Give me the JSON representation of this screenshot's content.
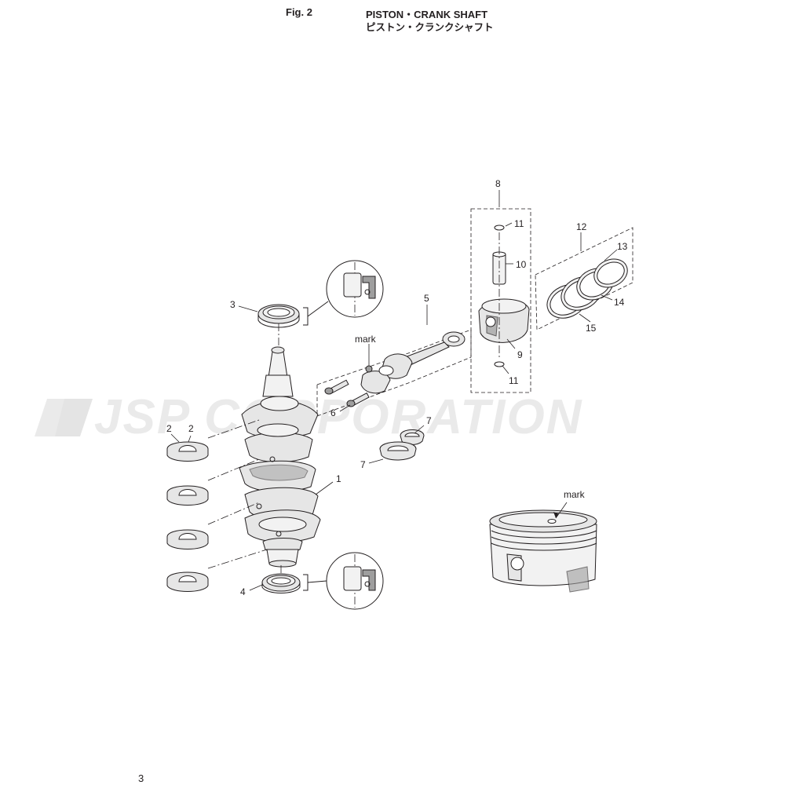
{
  "header": {
    "fig_label": "Fig. 2",
    "title_en": "PISTON・CRANK SHAFT",
    "title_jp": "ピストン・クランクシャフト"
  },
  "watermark": {
    "text": "JSP CORPORATION",
    "color": "#d9d9d9"
  },
  "callouts": [
    "1",
    "2",
    "2",
    "3",
    "4",
    "5",
    "6",
    "7",
    "7",
    "8",
    "9",
    "10",
    "11",
    "11",
    "12",
    "13",
    "14",
    "15"
  ],
  "mark_labels": [
    "mark",
    "mark"
  ],
  "page_number": "3",
  "colors": {
    "line": "#231f20",
    "part_fill": "#e6e6e6",
    "background": "#ffffff"
  }
}
